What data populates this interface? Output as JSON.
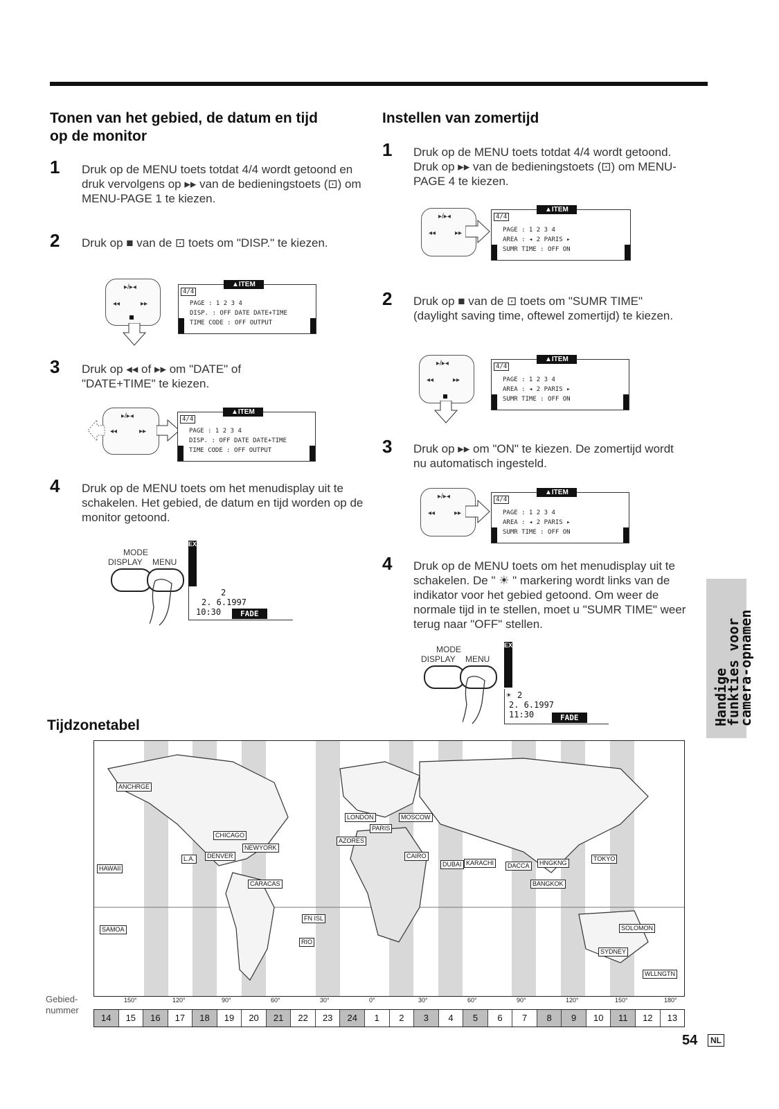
{
  "left": {
    "title_line1": "Tonen van het gebied, de datum en tijd",
    "title_line2": "op de monitor",
    "steps": [
      {
        "num": "1",
        "text": "Druk op de MENU toets totdat 4/4 wordt getoond en druk vervolgens op ▸▸ van de bedieningstoets (⊡) om MENU-PAGE 1 te kiezen."
      },
      {
        "num": "2",
        "text": "Druk op ■ van de ⊡ toets om \"DISP.\" te kiezen."
      },
      {
        "num": "3",
        "text": "Druk op ◂◂ of ▸▸ om \"DATE\" of \"DATE+TIME\" te kiezen."
      },
      {
        "num": "4",
        "text": "Druk op de MENU toets om het menudisplay uit te schakelen. Het gebied, de datum en tijd worden op de monitor getoond."
      }
    ]
  },
  "right": {
    "title": "Instellen van zomertijd",
    "steps": [
      {
        "num": "1",
        "text": "Druk op de MENU toets totdat 4/4 wordt getoond. Druk op ▸▸ van de bedieningstoets (⊡) om MENU-PAGE 4 te kiezen."
      },
      {
        "num": "2",
        "text": "Druk op ■ van de ⊡ toets om \"SUMR TIME\" (daylight saving time, oftewel zomertijd) te kiezen."
      },
      {
        "num": "3",
        "text": "Druk op ▸▸ om \"ON\" te kiezen. De zomertijd wordt nu automatisch ingesteld."
      },
      {
        "num": "4",
        "text": "Druk op de MENU toets om het menudisplay uit te schakelen. De \" ☀ \" markering wordt links van de indikator voor het gebied getoond. Om weer de normale tijd in te stellen, moet u \"SUMR TIME\" weer terug naar \"OFF\" stellen."
      }
    ]
  },
  "osd": {
    "badge": "4/4",
    "header": "▲ITEM",
    "page_row": "PAGE      : 1  2  3  4",
    "disp_row1": "DISP. : OFF  DATE  DATE+TIME",
    "timecode_row": "TIME CODE  : OFF   OUTPUT",
    "disp_row2": "DISP. : OFF  DATE  DATE+TIME",
    "page_row4": "PAGE      : 1  2  3  4",
    "area_row": "AREA      : ◂  2 PARIS  ▸",
    "sumr_row_off": "SUMR TIME  : OFF        ON",
    "sumr_row_sel": "SUMR TIME  : OFF        ON",
    "sumr_row_on": "SUMR TIME  : OFF        ON",
    "ctrl_top": "▸/▸◂",
    "ctrl_left": "◂◂",
    "ctrl_right": "▸▸"
  },
  "camera": {
    "mode": "MODE",
    "display": "DISPLAY",
    "menu": "MENU",
    "extend": "EXTEND",
    "area_num": "2",
    "date": "2.  6.1997",
    "time_left": "10:30",
    "time_right": "11:30",
    "fade": "FADE",
    "sun": "☀"
  },
  "tijdzone": {
    "title": "Tijdzonetabel",
    "gebied_line1": "Gebied-",
    "gebied_line2": "nummer",
    "cities": [
      "ANCHRGE",
      "LONDON",
      "MOSCOW",
      "PARIS",
      "AZORES",
      "CHICAGO",
      "NEWYORK",
      "DENVER",
      "L.A.",
      "CAIRO",
      "DUBAI",
      "KARACHI",
      "DACCA",
      "HNGKNG",
      "TOKYO",
      "HAWAII",
      "CARACAS",
      "BANGKOK",
      "FN ISL",
      "RIO",
      "SAMOA",
      "SOLOMON",
      "SYDNEY",
      "WLLNGTN"
    ],
    "degrees": [
      "150°",
      "120°",
      "90°",
      "60°",
      "30°",
      "0°",
      "30°",
      "60°",
      "90°",
      "120°",
      "150°",
      "180°"
    ],
    "zones": [
      "14",
      "15",
      "16",
      "17",
      "18",
      "19",
      "20",
      "21",
      "22",
      "23",
      "24",
      "1",
      "2",
      "3",
      "4",
      "5",
      "6",
      "7",
      "8",
      "9",
      "10",
      "11",
      "12",
      "13"
    ]
  },
  "sidebar": {
    "line1": "Handige funkties voor",
    "line2": "camera-opnamen"
  },
  "footer": {
    "page": "54",
    "lang": "NL"
  }
}
